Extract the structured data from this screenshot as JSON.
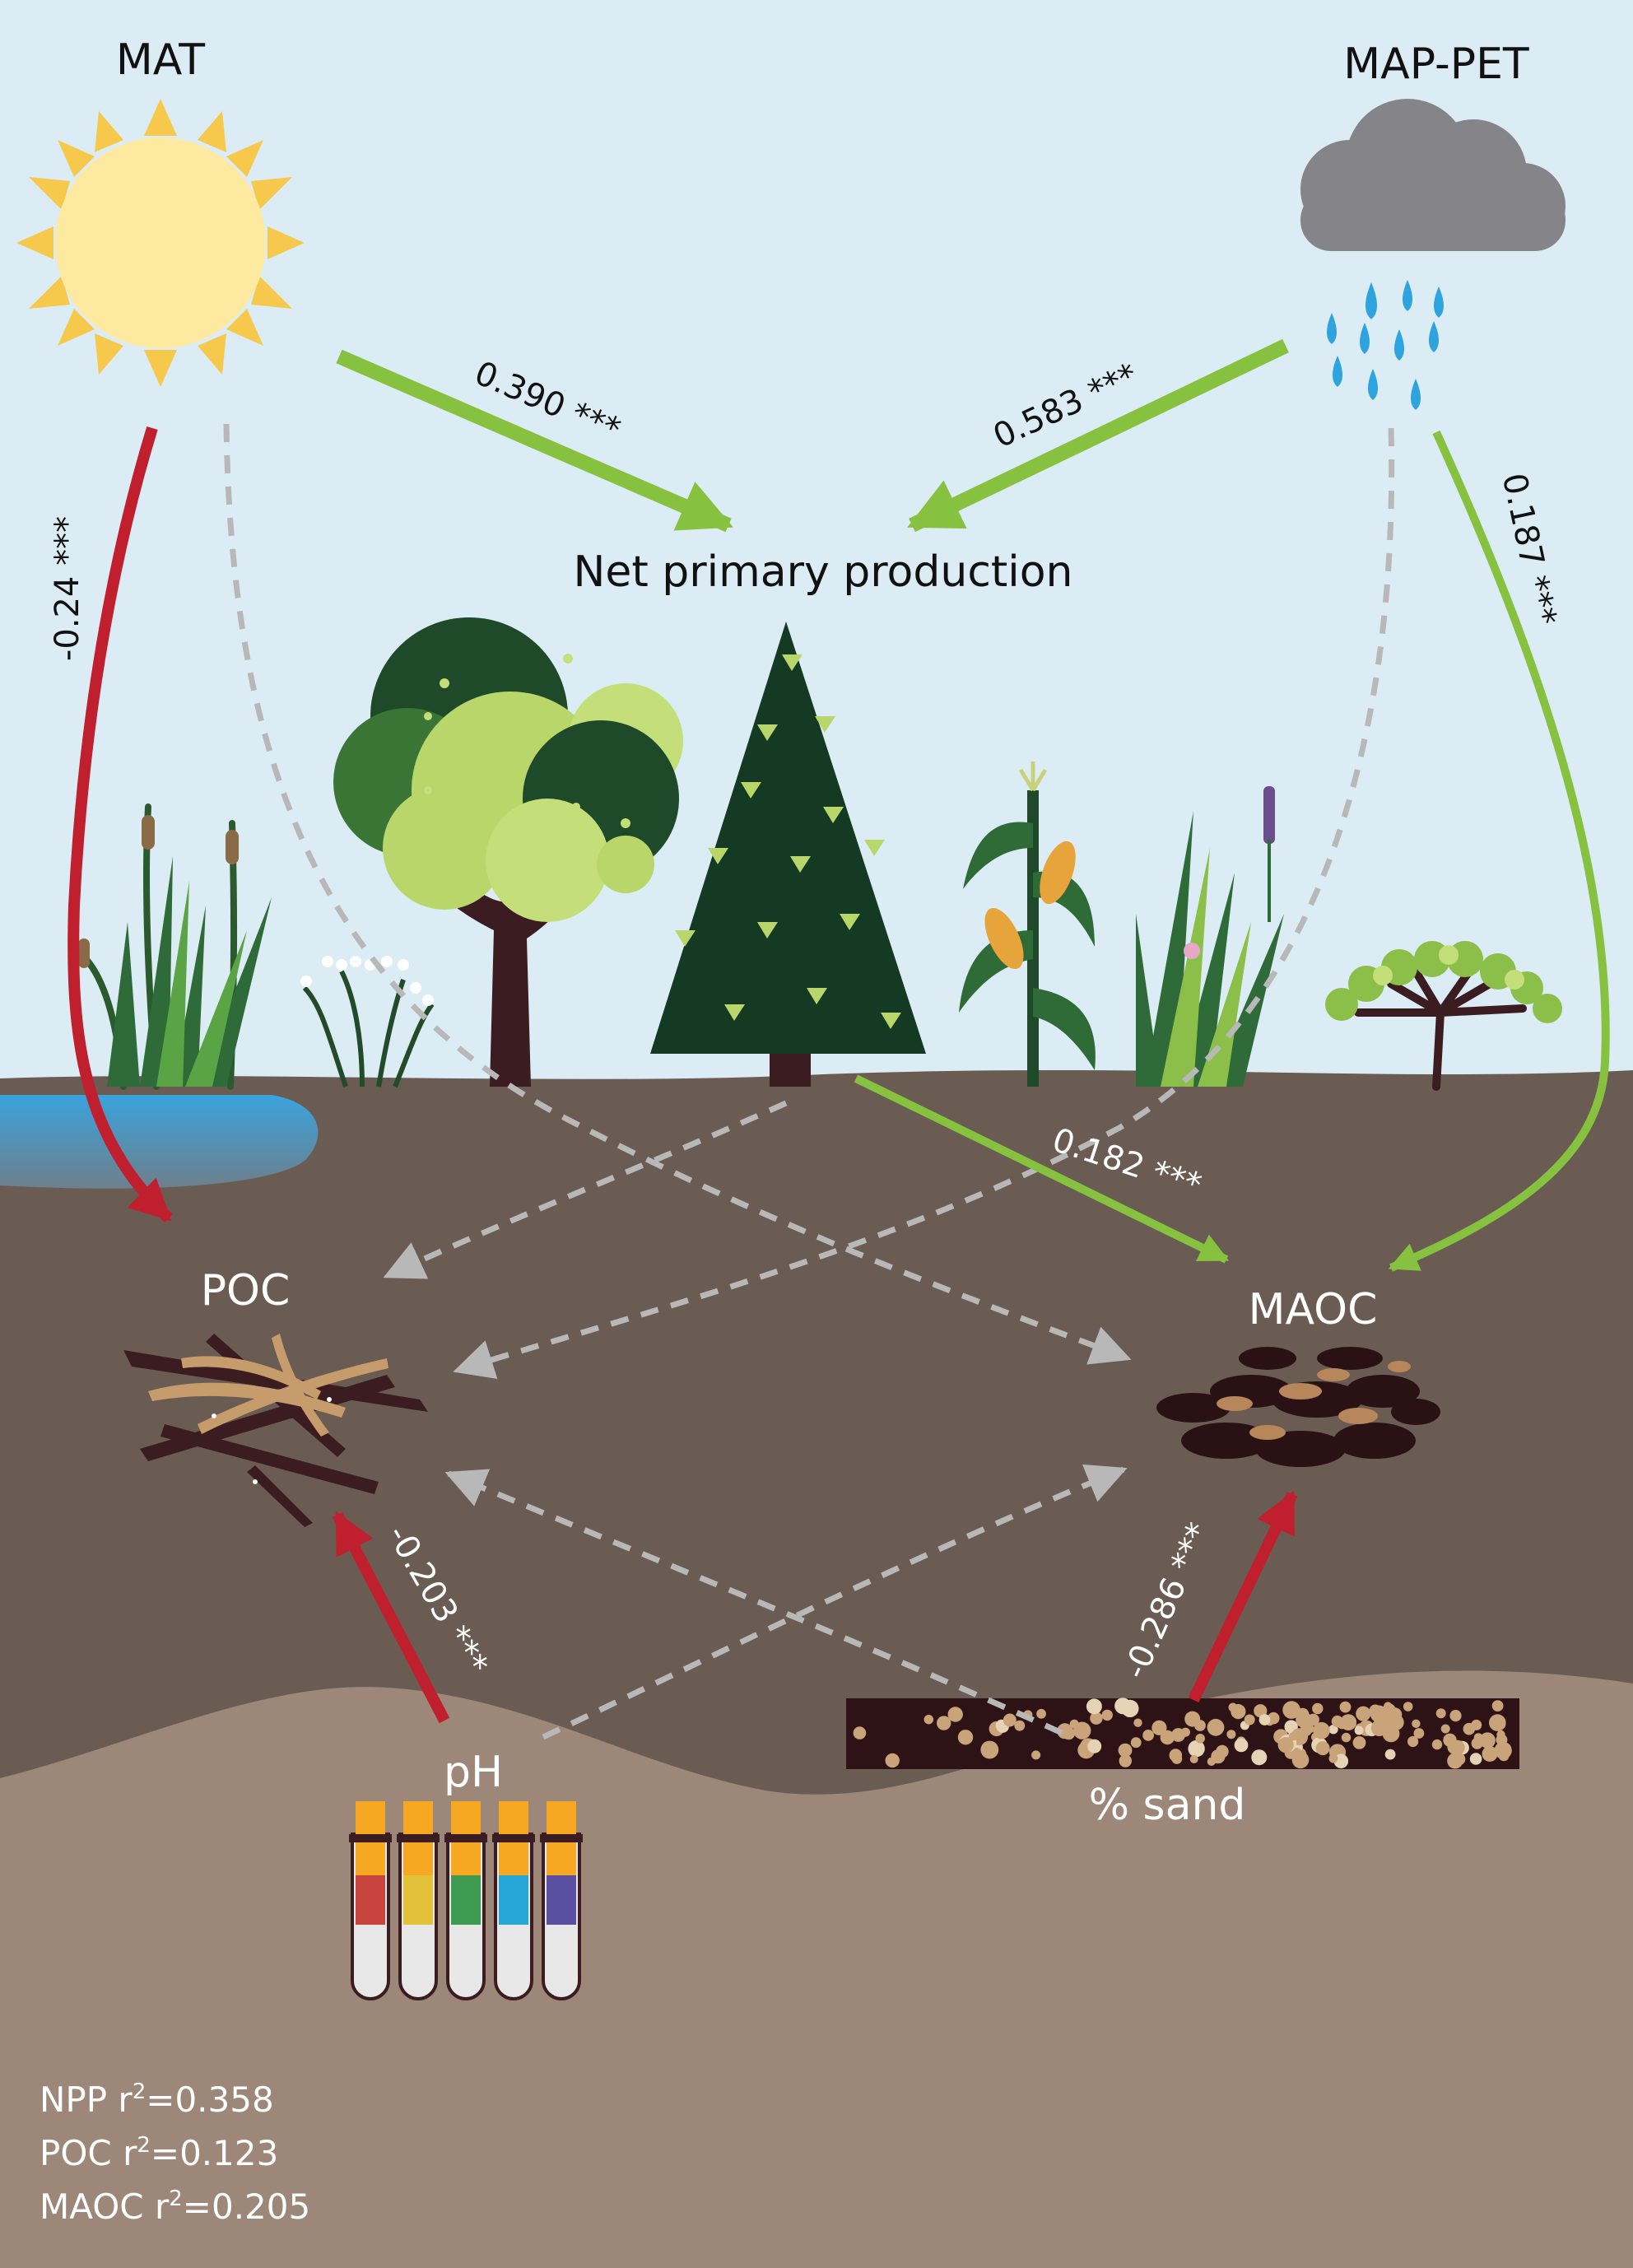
{
  "nodes": {
    "mat": "MAT",
    "map_pet": "MAP-PET",
    "npp": "Net primary production",
    "poc": "POC",
    "maoc": "MAOC",
    "ph": "pH",
    "sand": "% sand"
  },
  "paths": {
    "mat_npp": "0.390 ***",
    "mappet_npp": "0.583 ***",
    "mat_poc": "-0.24 ***",
    "mappet_maoc": "0.187 ***",
    "npp_maoc": "0.182 ***",
    "ph_poc": "-0.203 ***",
    "sand_maoc": "-0.286 ***"
  },
  "r2": {
    "npp_label": "NPP r",
    "npp_value": "=0.358",
    "poc_label": "POC r",
    "poc_value": "=0.123",
    "maoc_label": "MAOC r",
    "maoc_value": "=0.205",
    "sup": "2"
  },
  "colors": {
    "sky": "#dcecf5",
    "topsoil": "#6a5c52",
    "subsoil": "#9c8779",
    "positive_arrow": "#86c23f",
    "negative_arrow": "#c01f2e",
    "nonsignificant_arrow": "#b8b8b8"
  },
  "ph_tube_colors": [
    "#c8443f",
    "#e2c23b",
    "#3f9a52",
    "#27a7d6",
    "#5a4fa0"
  ]
}
